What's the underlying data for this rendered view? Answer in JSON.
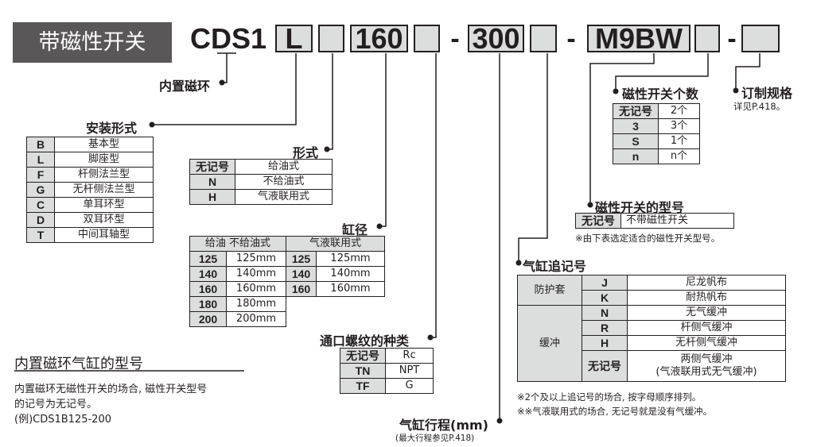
{
  "banner": "带磁性开关",
  "model": {
    "prefix": "CDS1",
    "mount": "L",
    "type": "",
    "bore": "160",
    "port": "",
    "stroke": "300",
    "suffix": "",
    "switch": "M9BW",
    "switch_count": "",
    "custom": "",
    "dash": "-"
  },
  "labels": {
    "magnet": "内置磁环",
    "mounting": "安装形式",
    "style": "形式",
    "bore": "缸径",
    "port": "通口螺纹的种类",
    "stroke": "气缸行程(mm)",
    "stroke_note": "(最大行程参见P.418)",
    "suffix": "气缸追记号",
    "switch_model": "磁性开关的型号",
    "switch_note": "※由下表选定适合的磁性开关型号。",
    "switch_count": "磁性开关个数",
    "custom": "订制规格",
    "custom_note": "详见P.418。"
  },
  "mounting": [
    [
      "B",
      "基本型"
    ],
    [
      "L",
      "脚座型"
    ],
    [
      "F",
      "杆侧法兰型"
    ],
    [
      "G",
      "无杆侧法兰型"
    ],
    [
      "C",
      "单耳环型"
    ],
    [
      "D",
      "双耳环型"
    ],
    [
      "T",
      "中间耳轴型"
    ]
  ],
  "style": [
    [
      "无记号",
      "给油式"
    ],
    [
      "N",
      "不给油式"
    ],
    [
      "H",
      "气液联用式"
    ]
  ],
  "bore": {
    "header_left": "给油  不给油式",
    "header_right": "气液联用式",
    "left": [
      [
        "125",
        "125mm"
      ],
      [
        "140",
        "140mm"
      ],
      [
        "160",
        "160mm"
      ],
      [
        "180",
        "180mm"
      ],
      [
        "200",
        "200mm"
      ]
    ],
    "right": [
      [
        "125",
        "125mm"
      ],
      [
        "140",
        "140mm"
      ],
      [
        "160",
        "160mm"
      ]
    ]
  },
  "port": [
    [
      "无记号",
      "Rc"
    ],
    [
      "TN",
      "NPT"
    ],
    [
      "TF",
      "G"
    ]
  ],
  "switch_count": [
    [
      "无记号",
      "2个"
    ],
    [
      "3",
      "3个"
    ],
    [
      "S",
      "1个"
    ],
    [
      "n",
      "n个"
    ]
  ],
  "switch_model": [
    [
      "无记号",
      "不带磁性开关"
    ]
  ],
  "suffix": {
    "group1": "防护套",
    "group2": "缓冲",
    "rows": [
      [
        "J",
        "尼龙帆布"
      ],
      [
        "K",
        "耐热帆布"
      ],
      [
        "N",
        "无气缓冲"
      ],
      [
        "R",
        "杆侧气缓冲"
      ],
      [
        "H",
        "无杆侧气缓冲"
      ],
      [
        "无记号",
        "两侧气缓冲",
        "(气液联用式无气缓冲)"
      ]
    ],
    "note1": "※2个及以上追记号的场合, 按字母顺序排列。",
    "note2": "※※气液联用式的场合, 无记号就是没有气缓冲。"
  },
  "builtin": {
    "title": "内置磁环气缸的型号",
    "line1": "内置磁环无磁性开关的场合, 磁性开关型号",
    "line2": "的记号为无记号。",
    "line3": "(例)CDS1B125-200"
  }
}
